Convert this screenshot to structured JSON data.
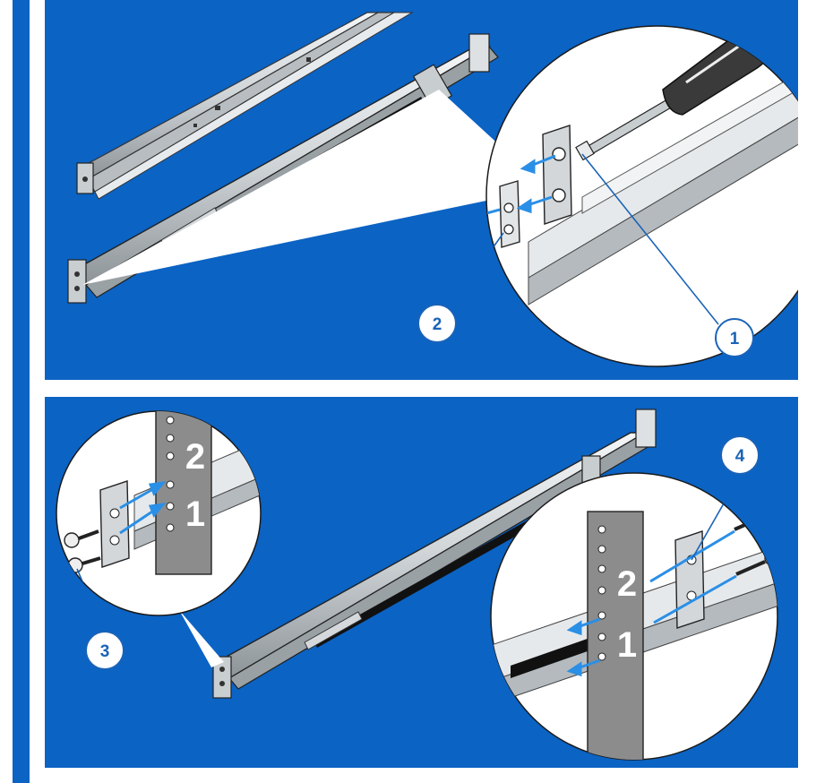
{
  "colors": {
    "panel_background": "#0b63c4",
    "callout_fill": "#ffffff",
    "callout_text": "#1a63b8",
    "arrow": "#2a8fe6",
    "rail_metal": "#d9dde0",
    "post_gray": "#8c8c8c"
  },
  "panels": {
    "top": {
      "callouts": [
        "1",
        "2"
      ]
    },
    "bottom": {
      "callouts": [
        "3",
        "4"
      ],
      "left_post_labels": [
        "2",
        "1"
      ],
      "right_post_labels": [
        "2",
        "1"
      ]
    }
  },
  "icons": [
    "screwdriver-icon",
    "screw-icon",
    "arrow-icon"
  ]
}
